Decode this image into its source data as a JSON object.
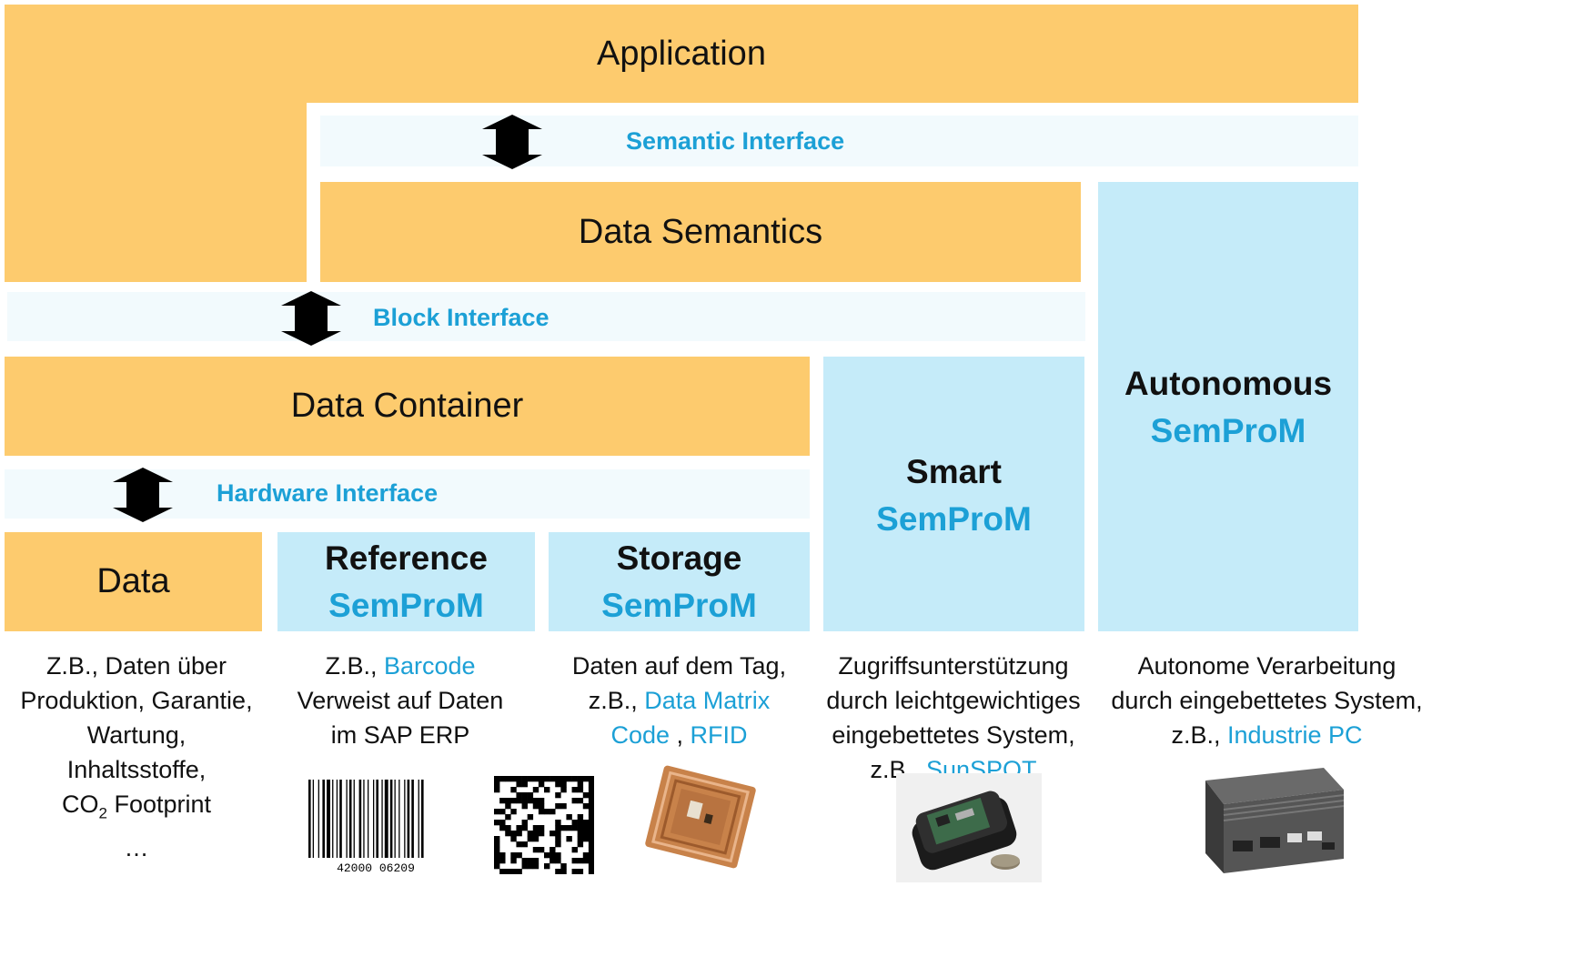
{
  "layers": {
    "application": "Application",
    "data_semantics": "Data Semantics",
    "data_container": "Data Container",
    "data": "Data"
  },
  "interfaces": {
    "semantic": "Semantic Interface",
    "block": "Block Interface",
    "hardware": "Hardware Interface"
  },
  "semprom_types": {
    "reference": {
      "title": "Reference",
      "subtitle": "SemProM"
    },
    "storage": {
      "title": "Storage",
      "subtitle": "SemProM"
    },
    "smart": {
      "title": "Smart",
      "subtitle": "SemProM"
    },
    "autonomous": {
      "title": "Autonomous",
      "subtitle": "SemProM"
    }
  },
  "descriptions": {
    "data": {
      "line1": "Z.B., Daten über",
      "line2": "Produktion, Garantie,",
      "line3": "Wartung,",
      "line4": "Inhaltsstoffe,",
      "line5_pre": "CO",
      "line5_sub": "2",
      "line5_post": " Footprint",
      "line6": "…"
    },
    "reference": {
      "prefix": "Z.B., ",
      "link": "Barcode",
      "line2": "Verweist auf Daten",
      "line3": "im SAP ERP"
    },
    "storage": {
      "line1": "Daten auf dem Tag,",
      "line2_prefix": "z.B., ",
      "link1a": "Data Matrix",
      "link1b": "Code",
      "sep": " , ",
      "link2": "RFID"
    },
    "smart": {
      "line1": "Zugriffsunterstützung",
      "line2": "durch leichtgewichtiges",
      "line3": "eingebettetes System,",
      "line4_prefix": "z.B., ",
      "link": "SunSPOT"
    },
    "autonomous": {
      "line1": "Autonome Verarbeitung",
      "line2": "durch eingebettetes System,",
      "line3_prefix": "z.B., ",
      "link": "Industrie PC"
    }
  },
  "barcode_digits": "42000 06209",
  "colors": {
    "layer_orange": "#FDCB6E",
    "semprom_light_blue": "#C5EBF9",
    "interface_band": "#F2FAFD",
    "accent_blue": "#1CA0D6"
  },
  "icons": [
    "double-arrow-icon",
    "barcode-image",
    "data-matrix-image",
    "rfid-tag-image",
    "sunspot-device-image",
    "industrial-pc-image"
  ]
}
